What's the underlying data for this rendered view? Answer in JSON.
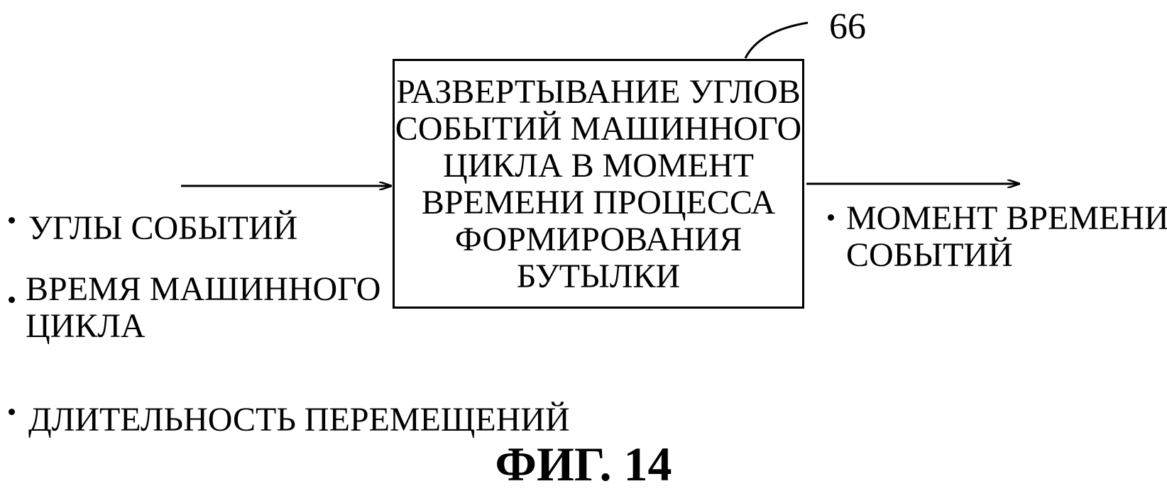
{
  "reference_numeral": "66",
  "block": {
    "lines": [
      "РАЗВЕРТЫВАНИЕ УГЛОВ",
      "СОБЫТИЙ МАШИННОГО",
      "ЦИКЛА В МОМЕНТ",
      "ВРЕМЕНИ ПРОЦЕССА",
      "ФОРМИРОВАНИЯ",
      "БУТЫЛКИ"
    ]
  },
  "inputs": [
    {
      "lines": [
        "УГЛЫ СОБЫТИЙ"
      ]
    },
    {
      "lines": [
        "ВРЕМЯ МАШИННОГО",
        "ЦИКЛА"
      ]
    },
    {
      "lines": [
        "ДЛИТЕЛЬНОСТЬ ПЕРЕМЕЩЕНИЙ"
      ]
    }
  ],
  "outputs": [
    {
      "lines": [
        "МОМЕНТ ВРЕМЕНИ",
        "СОБЫТИЙ"
      ]
    }
  ],
  "caption": "ФИГ. 14"
}
